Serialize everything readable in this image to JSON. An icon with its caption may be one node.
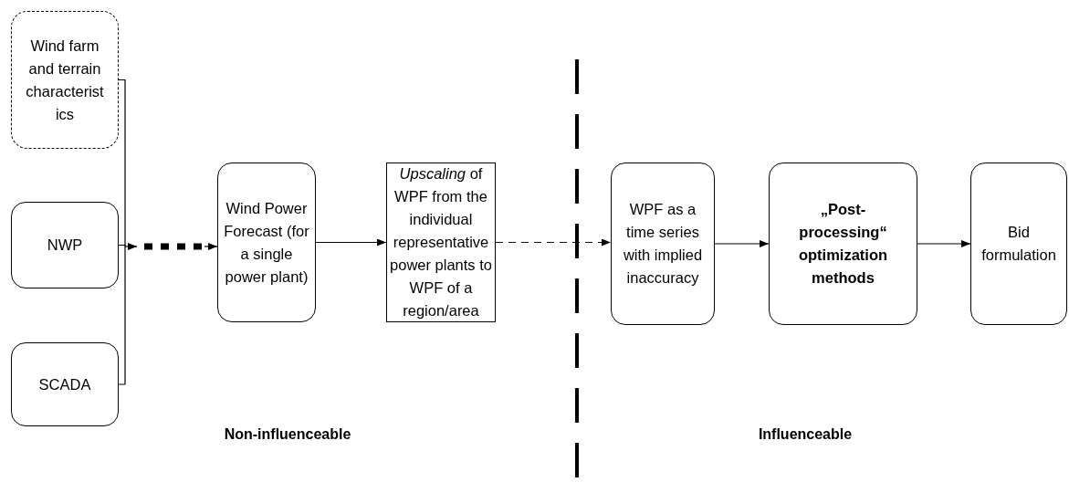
{
  "diagram": {
    "nodes": [
      {
        "text": [
          "Wind farm and terrain characteristics"
        ]
      },
      {
        "text": [
          "NWP"
        ]
      },
      {
        "text": [
          "SCADA"
        ]
      },
      {
        "text": [
          "Wind Power Forecast (for a single power plant)"
        ]
      },
      {
        "text": [
          "*Upscaling* of WPF from the individual representative power plants to WPF of a region/area"
        ]
      },
      {
        "text": [
          "WPF as a time series with implied inaccuracy"
        ]
      },
      {
        "text": [
          "„Post-processing“ optimization methods"
        ]
      },
      {
        "text": [
          "Bid formulation"
        ]
      }
    ],
    "edges": [
      {
        "from": 0,
        "to": 3,
        "arrow": "to"
      },
      {
        "from": 1,
        "to": 3,
        "arrow": "to",
        "style": "dashed"
      },
      {
        "from": 2,
        "to": 3,
        "arrow": "to"
      },
      {
        "from": 3,
        "to": 4,
        "arrow": "to"
      },
      {
        "from": 4,
        "to": 5,
        "arrow": "to",
        "style": "dashed"
      },
      {
        "from": 5,
        "to": 6,
        "arrow": "to"
      },
      {
        "from": 6,
        "to": 7,
        "arrow": "to"
      }
    ],
    "labels": [
      "Non-influenceable",
      "Influenceable"
    ]
  }
}
